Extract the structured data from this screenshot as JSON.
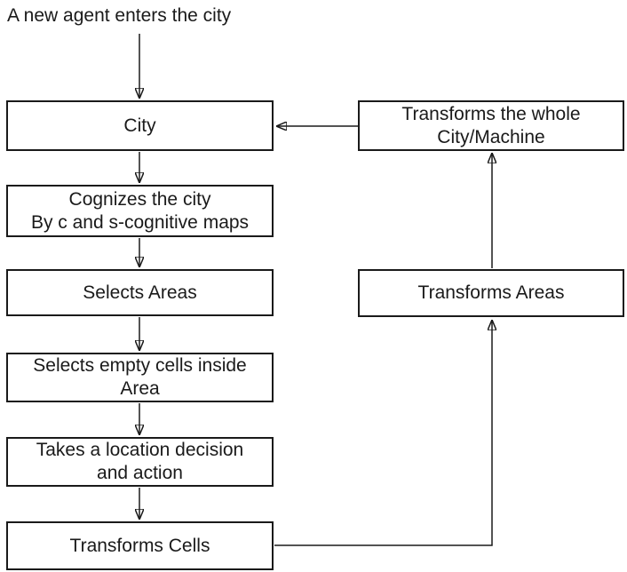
{
  "diagram": {
    "entry_label": "A new agent enters the city",
    "nodes": {
      "city": {
        "lines": [
          "City"
        ]
      },
      "cognizes": {
        "lines": [
          "Cognizes the city",
          "By c and s-cognitive maps"
        ]
      },
      "selects_areas": {
        "lines": [
          "Selects Areas"
        ]
      },
      "selects_cells": {
        "lines": [
          "Selects empty cells inside",
          "Area"
        ]
      },
      "takes_decision": {
        "lines": [
          "Takes a location decision",
          "and action"
        ]
      },
      "transforms_cells": {
        "lines": [
          "Transforms Cells"
        ]
      },
      "transforms_whole": {
        "lines": [
          "Transforms the whole",
          "City/Machine"
        ]
      },
      "transforms_areas": {
        "lines": [
          "Transforms Areas"
        ]
      }
    },
    "edges": [
      {
        "from": "entry_label",
        "to": "city"
      },
      {
        "from": "city",
        "to": "cognizes"
      },
      {
        "from": "cognizes",
        "to": "selects_areas"
      },
      {
        "from": "selects_areas",
        "to": "selects_cells"
      },
      {
        "from": "selects_cells",
        "to": "takes_decision"
      },
      {
        "from": "takes_decision",
        "to": "transforms_cells"
      },
      {
        "from": "transforms_cells",
        "to": "transforms_areas"
      },
      {
        "from": "transforms_areas",
        "to": "transforms_whole"
      },
      {
        "from": "transforms_whole",
        "to": "city"
      }
    ],
    "colors": {
      "line": "#1a1a1a",
      "text": "#1a1a1a",
      "background": "#ffffff"
    }
  }
}
